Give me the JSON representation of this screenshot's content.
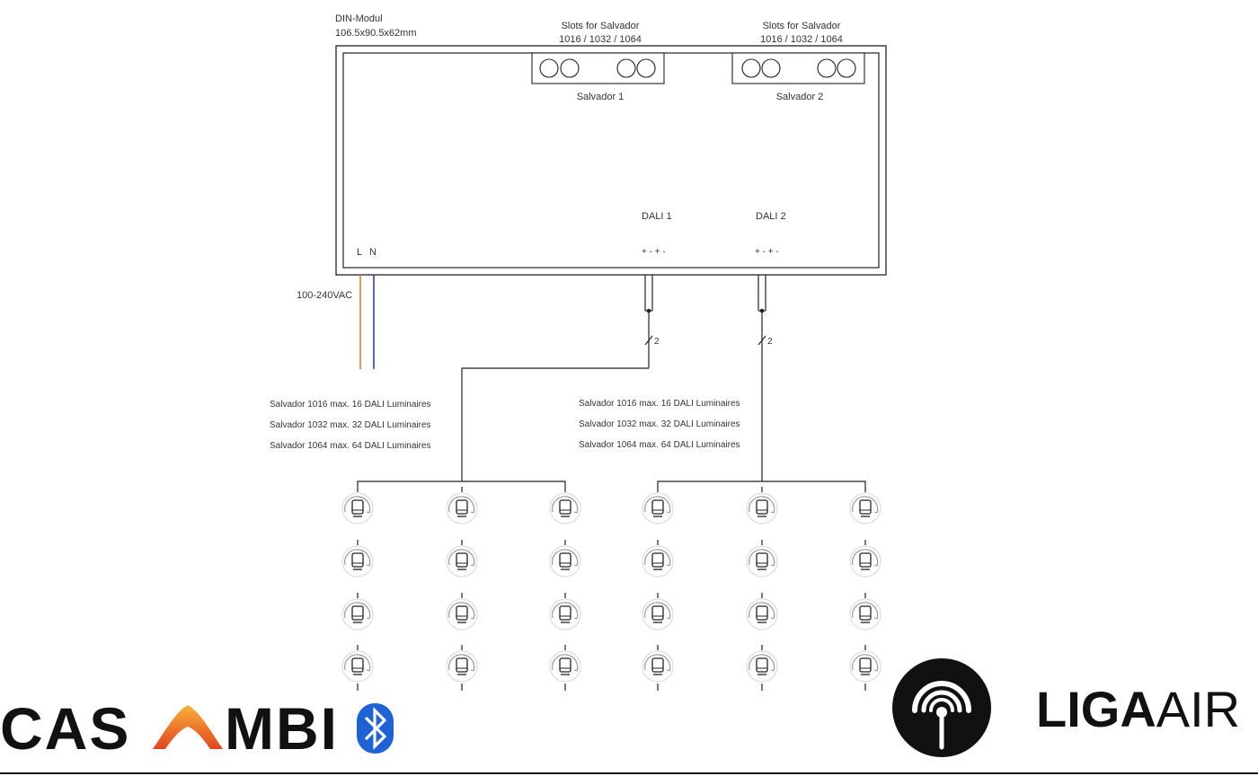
{
  "din_module": {
    "name": "DIN-Modul",
    "dimensions": "106.5x90.5x62mm"
  },
  "slots": [
    {
      "header_line1": "Slots for Salvador",
      "header_line2": "1016 / 1032 / 1064",
      "name": "Salvador 1"
    },
    {
      "header_line1": "Slots for Salvador",
      "header_line2": "1016 / 1032 / 1064",
      "name": "Salvador 2"
    }
  ],
  "dali": [
    {
      "label": "DALI 1",
      "pins": "+ - + -",
      "wire_count": "2"
    },
    {
      "label": "DALI 2",
      "pins": "+ - + -",
      "wire_count": "2"
    }
  ],
  "power": {
    "L": "L",
    "N": "N",
    "voltage": "100-240VAC",
    "colors": {
      "L": "#e07b39",
      "N": "#2a3fd6"
    }
  },
  "capacity_notes": [
    [
      "Salvador 1016 max. 16 DALI Luminaires",
      "Salvador 1032 max. 32 DALI Luminaires",
      "Salvador 1064 max. 64 DALI Luminaires"
    ],
    [
      "Salvador 1016 max. 16 DALI Luminaires",
      "Salvador 1032 max. 32 DALI Luminaires",
      "Salvador 1064 max. 64 DALI Luminaires"
    ]
  ],
  "luminaires": {
    "groups": 2,
    "columns_per_group": 3,
    "rows": 4,
    "icon": "dali-luminaire-icon"
  },
  "logos": {
    "casambi": {
      "text_before": "CAS",
      "text_after": "MBI",
      "bluetooth_icon": "bluetooth-icon",
      "accent": "#f08a24"
    },
    "liga": {
      "bold": "LIGA",
      "light": "AIR",
      "icon": "liga-antenna-icon"
    }
  }
}
